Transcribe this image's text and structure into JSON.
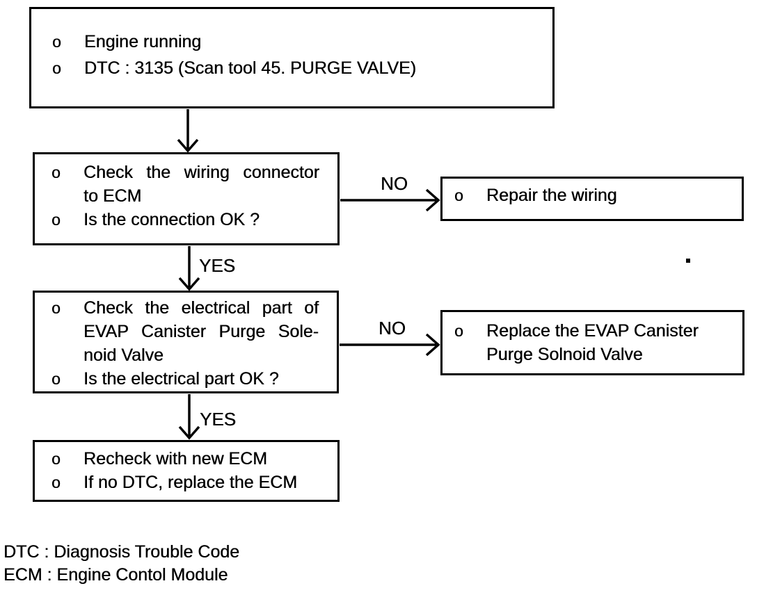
{
  "colors": {
    "ink": "#000000",
    "paper": "#ffffff"
  },
  "bullet": "o",
  "boxes": {
    "start": {
      "items": [
        {
          "lines": [
            "Engine running"
          ]
        },
        {
          "lines": [
            "DTC : 3135 (Scan tool 45. PURGE VALVE)"
          ]
        }
      ]
    },
    "check_wiring": {
      "items": [
        {
          "lines": [
            "Check the wiring connector",
            "to ECM"
          ]
        },
        {
          "lines": [
            "Is the connection OK ?"
          ]
        }
      ]
    },
    "repair_wiring": {
      "items": [
        {
          "lines": [
            "Repair the wiring"
          ]
        }
      ]
    },
    "check_electrical": {
      "items": [
        {
          "lines": [
            "Check the electrical part of",
            "EVAP Canister Purge Sole-",
            "noid Valve"
          ]
        },
        {
          "lines": [
            "Is the electrical part OK ?"
          ]
        }
      ]
    },
    "replace_valve": {
      "items": [
        {
          "lines": [
            "Replace the EVAP Canister",
            "Purge Solnoid Valve"
          ]
        }
      ]
    },
    "recheck_ecm": {
      "items": [
        {
          "lines": [
            "Recheck with new ECM"
          ]
        },
        {
          "lines": [
            "If no DTC, replace the ECM"
          ]
        }
      ]
    }
  },
  "connectors": {
    "no_wiring": "NO",
    "yes_wiring": "YES",
    "no_electrical": "NO",
    "yes_electrical": "YES"
  },
  "legend": {
    "line1": "DTC : Diagnosis Trouble Code",
    "line2": "ECM : Engine Contol Module"
  }
}
